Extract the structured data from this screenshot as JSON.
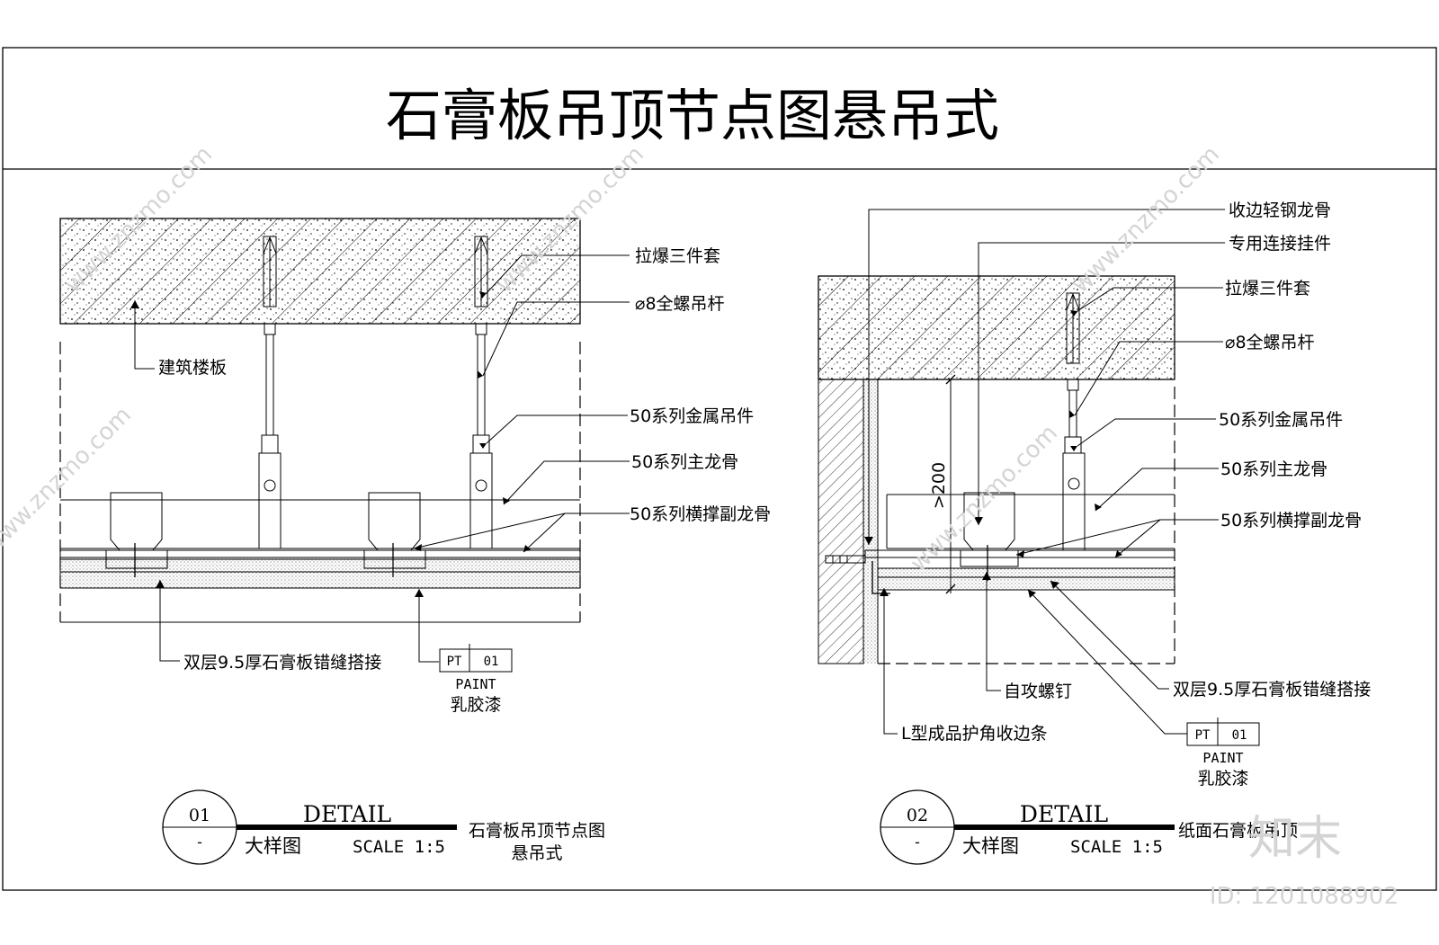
{
  "title": "石膏板吊顶节点图悬吊式",
  "detail1": {
    "labels": {
      "anchor": "拉爆三件套",
      "rod": "⌀8全螺吊杆",
      "slab": "建筑楼板",
      "hanger": "50系列金属吊件",
      "main_keel": "50系列主龙骨",
      "cross_keel": "50系列横撑副龙骨",
      "board": "双层9.5厚石膏板错缝搭接"
    },
    "paint_tag": {
      "code": "PT",
      "num": "01",
      "word": "PAINT",
      "cn": "乳胶漆"
    },
    "caption": {
      "num": "01",
      "dash": "-",
      "title": "DETAIL",
      "sub": "大样图",
      "scale": "SCALE 1:5",
      "name1": "石膏板吊顶节点图",
      "name2": "悬吊式"
    }
  },
  "detail2": {
    "labels": {
      "edge_keel": "收边轻钢龙骨",
      "connector": "专用连接挂件",
      "anchor": "拉爆三件套",
      "rod": "⌀8全螺吊杆",
      "hanger": "50系列金属吊件",
      "main_keel": "50系列主龙骨",
      "cross_keel": "50系列横撑副龙骨",
      "screw": "自攻螺钉",
      "board": "双层9.5厚石膏板错缝搭接",
      "l_strip": "L型成品护角收边条",
      "dim": ">200"
    },
    "paint_tag": {
      "code": "PT",
      "num": "01",
      "word": "PAINT",
      "cn": "乳胶漆"
    },
    "caption": {
      "num": "02",
      "dash": "-",
      "title": "DETAIL",
      "sub": "大样图",
      "scale": "SCALE 1:5",
      "name1": "纸面石膏板吊顶"
    }
  },
  "watermark": {
    "logo": "知末",
    "id": "ID: 1201088902",
    "site": "www.znzmo.com"
  }
}
